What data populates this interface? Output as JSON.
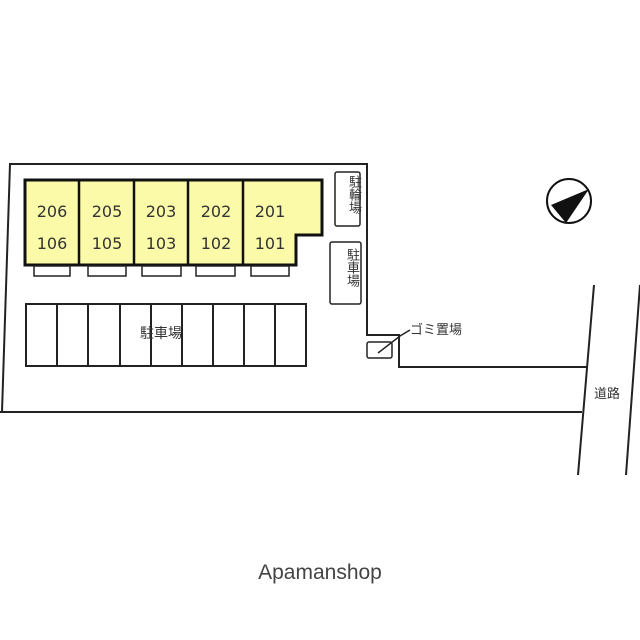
{
  "units": [
    {
      "upper": "206",
      "lower": "106"
    },
    {
      "upper": "205",
      "lower": "105"
    },
    {
      "upper": "203",
      "lower": "103"
    },
    {
      "upper": "202",
      "lower": "102"
    },
    {
      "upper": "201",
      "lower": "101"
    }
  ],
  "labels": {
    "bicycle_parking": "駐輪場",
    "side_parking": "駐車場",
    "main_parking": "駐車場",
    "garbage": "ゴミ置場",
    "road": "道路"
  },
  "watermark": "Apamanshop",
  "colors": {
    "building": "#fafaa8",
    "line": "#222222"
  }
}
